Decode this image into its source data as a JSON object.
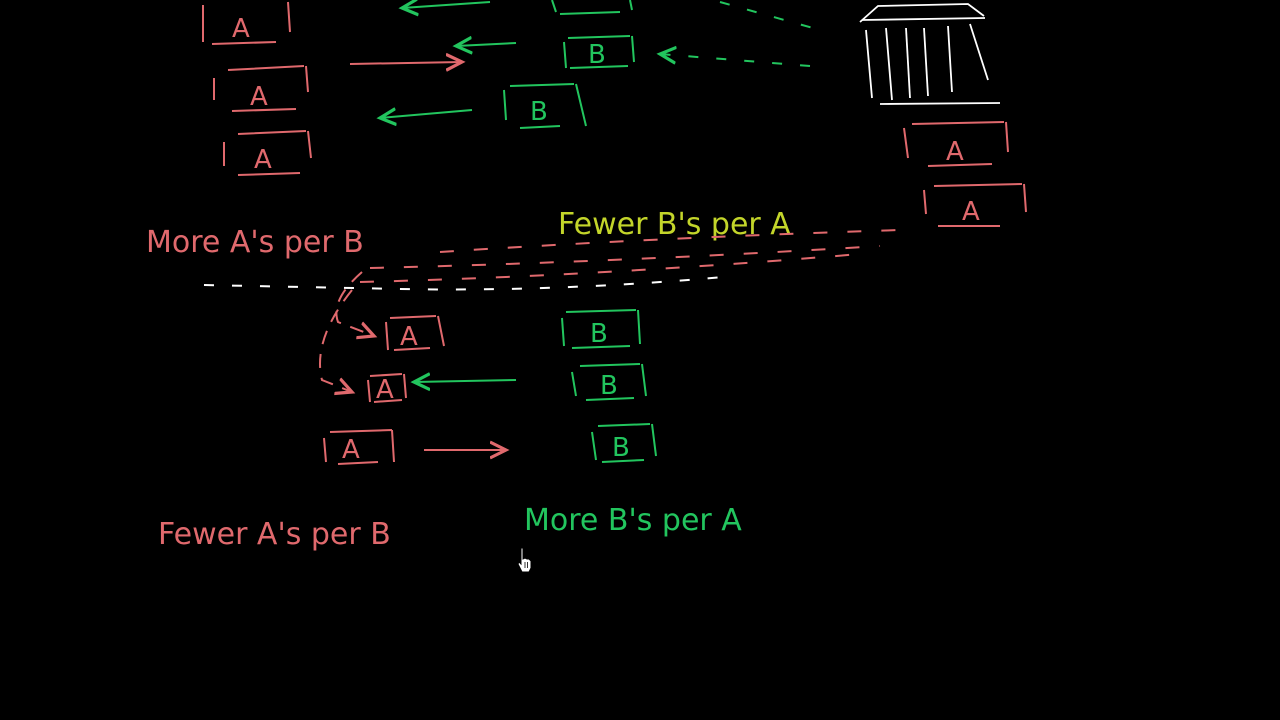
{
  "colors": {
    "background": "#000000",
    "red": "#e0696d",
    "green": "#22c55e",
    "yellow_green": "#c3d52a",
    "white": "#ffffff"
  },
  "labels": {
    "more_a_per_b": "More A's per B",
    "fewer_b_per_a": "Fewer B's per A",
    "fewer_a_per_b": "Fewer A's per B",
    "more_b_per_a": "More B's per A"
  },
  "boxes": {
    "a": "A",
    "b": "B"
  },
  "icons": {
    "bank": "bank-building-icon",
    "cursor": "hand-pointer-cursor-icon"
  }
}
